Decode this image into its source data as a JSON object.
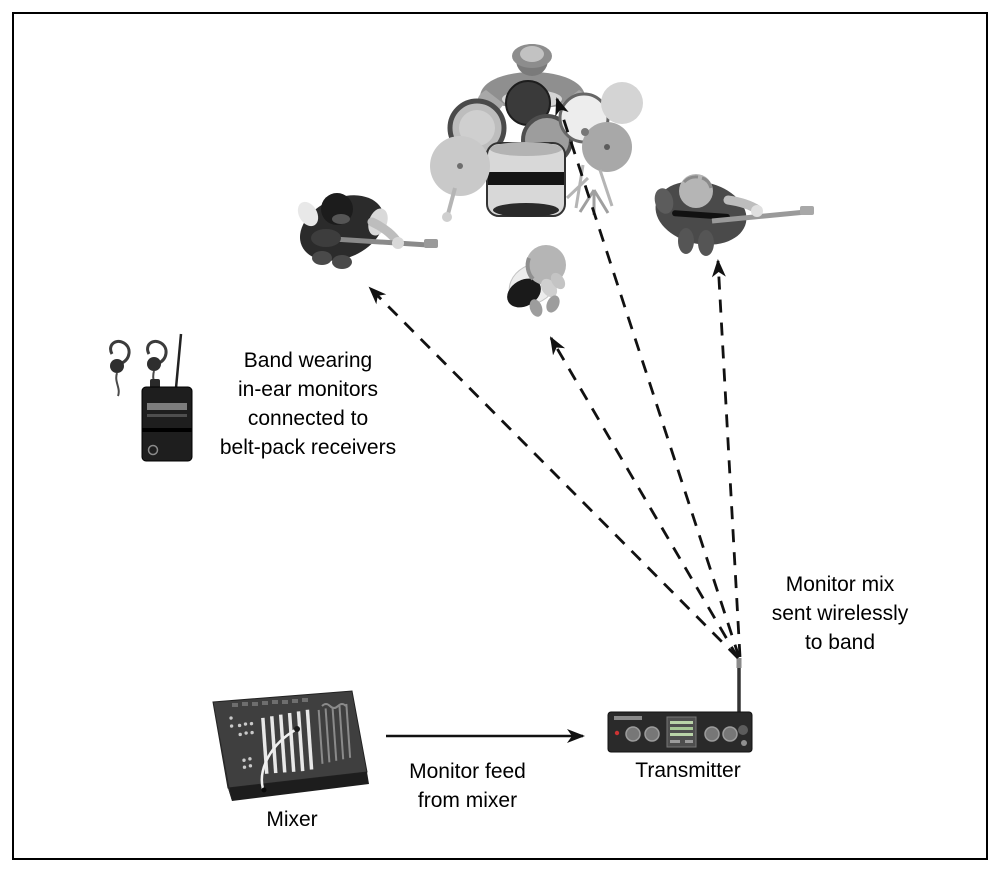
{
  "page": {
    "background_color": "#ffffff",
    "border_color": "#000000",
    "text_color": "#000000",
    "arrow_color": "#111111"
  },
  "labels": {
    "band_caption": "Band wearing\nin-ear monitors\nconnected to\nbelt-pack receivers",
    "wireless_caption": "Monitor mix\nsent wirelessly\nto band",
    "feed_caption": "Monitor feed\nfrom mixer",
    "mixer_label": "Mixer",
    "transmitter_label": "Transmitter"
  },
  "figures": [
    {
      "name": "drummer-with-drum-kit",
      "type": "band member, top view"
    },
    {
      "name": "guitarist-left",
      "type": "band member, top view"
    },
    {
      "name": "singer",
      "type": "band member, top view"
    },
    {
      "name": "guitarist-right",
      "type": "band member, top view"
    },
    {
      "name": "in-ear-monitors",
      "type": "equipment"
    },
    {
      "name": "belt-pack-receiver",
      "type": "equipment"
    },
    {
      "name": "mixer-console",
      "type": "equipment"
    },
    {
      "name": "transmitter-unit",
      "type": "equipment"
    }
  ],
  "arrows": {
    "solid": [
      {
        "from": "mixer",
        "to": "transmitter"
      }
    ],
    "dashed_wireless": [
      {
        "from": "transmitter-antenna",
        "to": "guitarist-left"
      },
      {
        "from": "transmitter-antenna",
        "to": "singer"
      },
      {
        "from": "transmitter-antenna",
        "to": "drummer"
      },
      {
        "from": "transmitter-antenna",
        "to": "guitarist-right"
      }
    ]
  }
}
